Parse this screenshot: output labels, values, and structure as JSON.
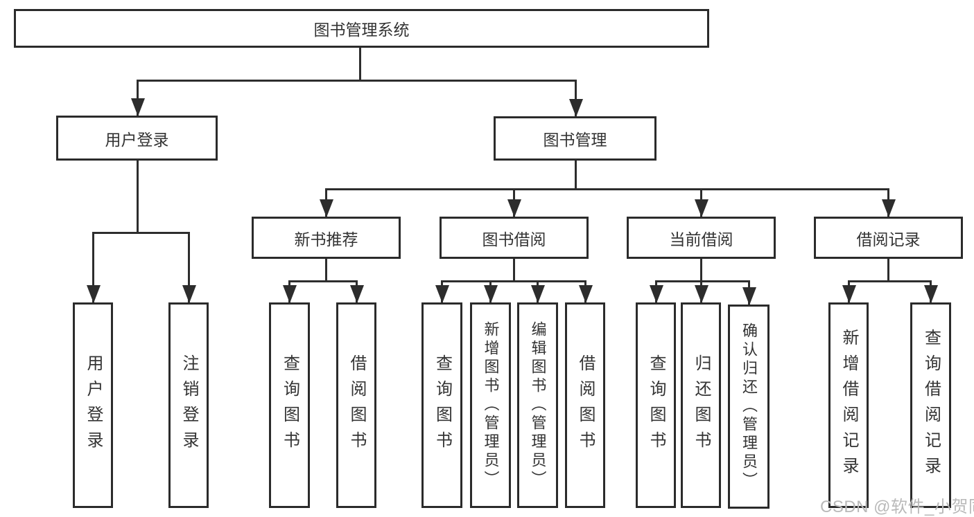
{
  "tree": {
    "label": "图书管理系统",
    "children": [
      {
        "label": "用户登录",
        "children": [
          {
            "label": "用户登录"
          },
          {
            "label": "注销登录"
          }
        ]
      },
      {
        "label": "图书管理",
        "children": [
          {
            "label": "新书推荐",
            "children": [
              {
                "label": "查询图书"
              },
              {
                "label": "借阅图书"
              }
            ]
          },
          {
            "label": "图书借阅",
            "children": [
              {
                "label": "查询图书"
              },
              {
                "label": "新增图书（管理员）"
              },
              {
                "label": "编辑图书（管理员）"
              },
              {
                "label": "借阅图书"
              }
            ]
          },
          {
            "label": "当前借阅",
            "children": [
              {
                "label": "查询图书"
              },
              {
                "label": "归还图书"
              },
              {
                "label": "确认归还（管理员）"
              }
            ]
          },
          {
            "label": "借阅记录",
            "children": [
              {
                "label": "新增借阅记录"
              },
              {
                "label": "查询借阅记录"
              }
            ]
          }
        ]
      }
    ]
  },
  "watermark": {
    "text": "CSDN @软件_小贺同学"
  },
  "colors": {
    "line": "#2d2d2d",
    "box_border": "#2b2b2b",
    "text": "#333333",
    "watermark": "#b9b9b9",
    "background": "#ffffff"
  }
}
